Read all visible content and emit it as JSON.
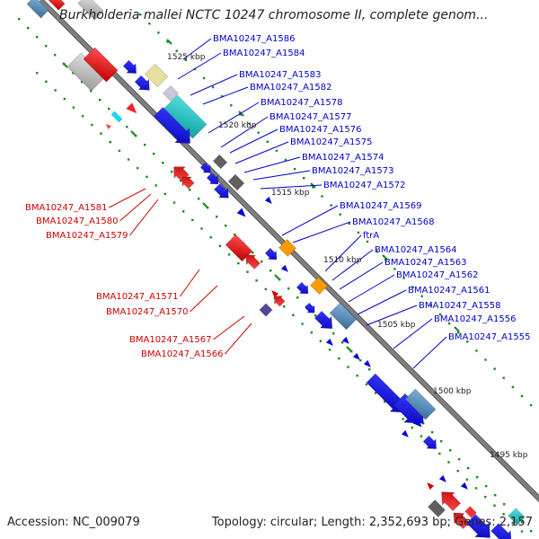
{
  "header": {
    "title": "Burkholderia mallei NCTC 10247 chromosome II, complete genom..."
  },
  "footer": {
    "accession": "Accession: NC_009079",
    "topology": "Topology: circular; Length: 2,352,693 bp; Genes: 2,157"
  },
  "colors": {
    "forward_label": "#0000cc",
    "reverse_label": "#cc0000",
    "backbone": "#7f7f7f",
    "tick_dots": "#1a8a1a",
    "kbp_label": "#222222"
  },
  "scale_labels": [
    "1525 kbp",
    "1520 kbp",
    "1515 kbp",
    "1510 kbp",
    "1505 kbp",
    "1500 kbp",
    "1495 kbp"
  ],
  "forward_genes": [
    "BMA10247_A1586",
    "BMA10247_A1584",
    "BMA10247_A1583",
    "BMA10247_A1582",
    "BMA10247_A1578",
    "BMA10247_A1577",
    "BMA10247_A1576",
    "BMA10247_A1575",
    "BMA10247_A1574",
    "BMA10247_A1573",
    "BMA10247_A1572",
    "BMA10247_A1569",
    "BMA10247_A1568",
    "ftrA",
    "BMA10247_A1564",
    "BMA10247_A1563",
    "BMA10247_A1562",
    "BMA10247_A1561",
    "BMA10247_A1558",
    "BMA10247_A1556",
    "BMA10247_A1555"
  ],
  "reverse_genes": [
    "BMA10247_A1581",
    "BMA10247_A1580",
    "BMA10247_A1579",
    "BMA10247_A1571",
    "BMA10247_A1570",
    "BMA10247_A1567",
    "BMA10247_A1566"
  ]
}
